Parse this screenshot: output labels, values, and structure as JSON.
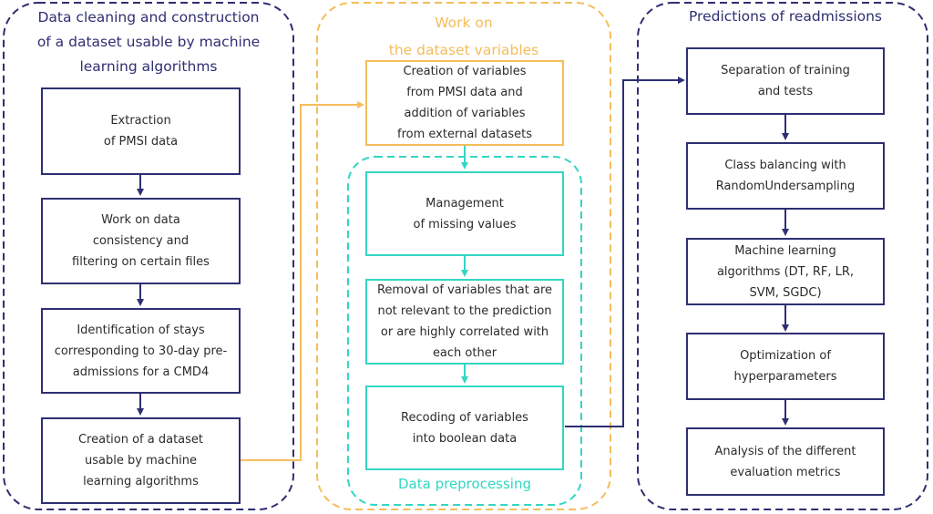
{
  "colors": {
    "navy": "#2e2f72",
    "orange": "#f5bd5a",
    "teal": "#33d6c2",
    "text": "#2b2b2b"
  },
  "panel_left": {
    "title": [
      "Data cleaning and construction",
      "of a dataset usable by machine",
      "learning algorithms"
    ],
    "steps": [
      [
        "Extraction",
        "of PMSI data"
      ],
      [
        "Work on data",
        "consistency and",
        "filtering on certain files"
      ],
      [
        "Identification of stays",
        "corresponding to 30-day pre-",
        "admissions for a CMD4"
      ],
      [
        "Creation of a dataset",
        "usable by machine",
        "learning algorithms"
      ]
    ]
  },
  "panel_middle": {
    "title": [
      "Work on",
      "the dataset variables"
    ],
    "top_step": [
      "Creation of variables",
      "from PMSI data and",
      "addition of variables",
      "from external datasets"
    ],
    "preprocessing": {
      "label": "Data preprocessing",
      "steps": [
        [
          "Management",
          "of missing values"
        ],
        [
          "Removal of variables that are",
          "not relevant to the prediction",
          "or are highly correlated with",
          "each other"
        ],
        [
          "Recoding of variables",
          "into boolean data"
        ]
      ]
    }
  },
  "panel_right": {
    "title": [
      "Predictions of readmissions"
    ],
    "steps": [
      [
        "Separation of training",
        "and tests"
      ],
      [
        "Class balancing with",
        "RandomUndersampling"
      ],
      [
        "Machine learning",
        "algorithms (DT, RF, LR,",
        "SVM, SGDC)"
      ],
      [
        "Optimization of",
        "hyperparameters"
      ],
      [
        "Analysis of the different",
        "evaluation metrics"
      ]
    ]
  }
}
